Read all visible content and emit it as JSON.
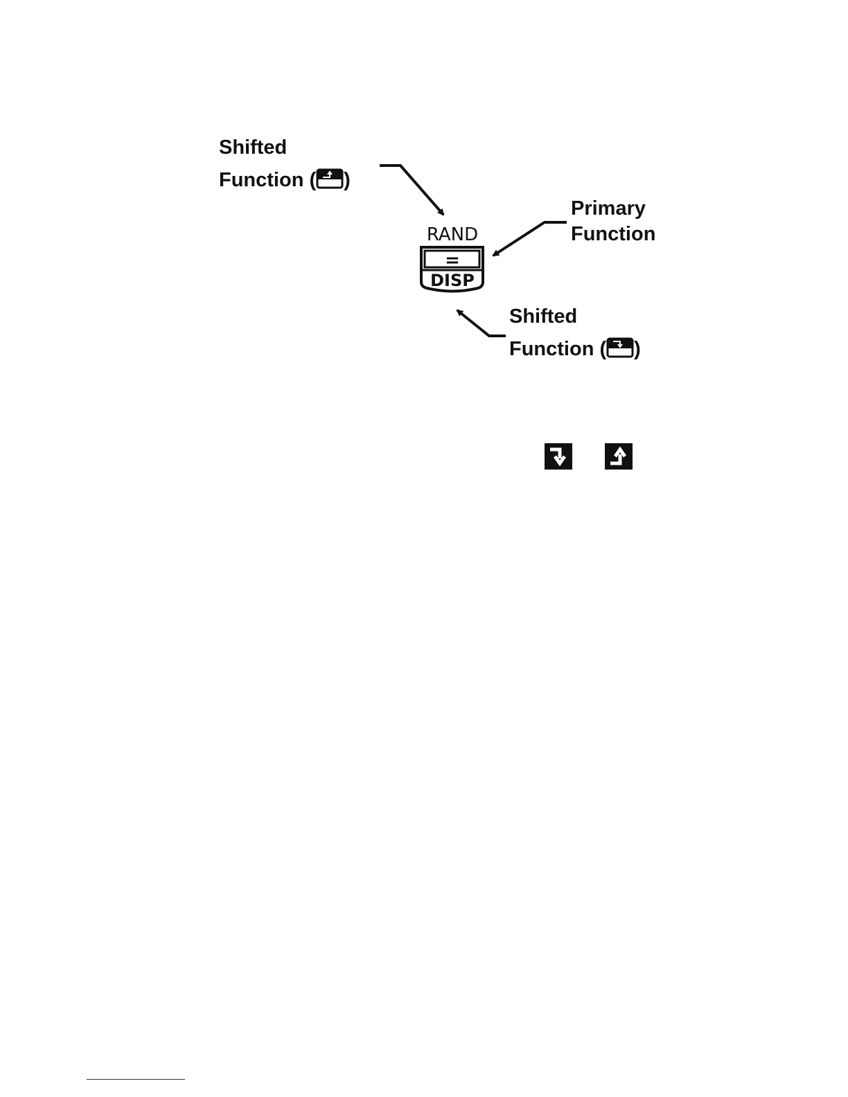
{
  "labels": {
    "top_left": {
      "line1": "Shifted",
      "line2_prefix": "Function (",
      "line2_suffix": ")"
    },
    "right": {
      "line1": "Primary",
      "line2": "Function"
    },
    "bottom_right": {
      "line1": "Shifted",
      "line2_prefix": "Function (",
      "line2_suffix": ")"
    }
  },
  "key": {
    "upper_label": "RAND",
    "primary_symbol": "=",
    "lower_label": "DISP"
  },
  "icons": {
    "top_label_icon": "left-shift-key-icon",
    "bottom_label_icon": "right-shift-key-icon",
    "standalone": [
      "right-shift-arrow-icon",
      "left-shift-arrow-icon"
    ]
  },
  "colors": {
    "ink": "#111111",
    "background": "#ffffff"
  }
}
